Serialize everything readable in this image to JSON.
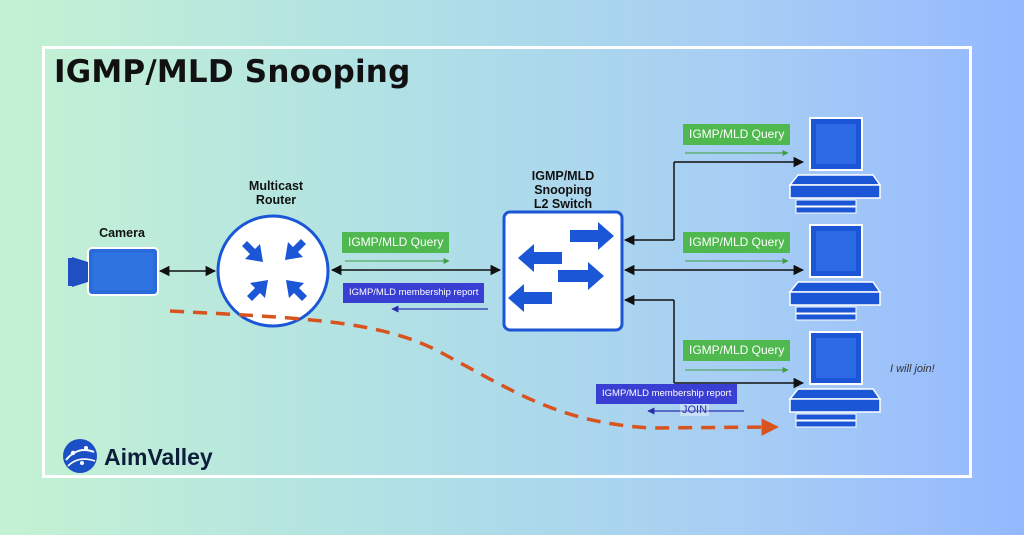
{
  "title": "IGMP/MLD Snooping",
  "nodes": {
    "camera": "Camera",
    "router_line1": "Multicast",
    "router_line2": "Router",
    "switch_line1": "IGMP/MLD",
    "switch_line2": "Snooping",
    "switch_line3": "L2 Switch"
  },
  "messages": {
    "query": "IGMP/MLD Query",
    "membership_report": "IGMP/MLD membership report",
    "join": "JOIN"
  },
  "speech": "I will join!",
  "brand": "AimValley",
  "colors": {
    "query_tag": "#4fb84f",
    "report_tag": "#3a3fd4",
    "multicast_path": "#d9531e",
    "device_blue": "#1a56d6"
  },
  "icons": [
    "camera-icon",
    "router-icon",
    "switch-icon",
    "pc-icon",
    "aimvalley-logo-icon"
  ]
}
